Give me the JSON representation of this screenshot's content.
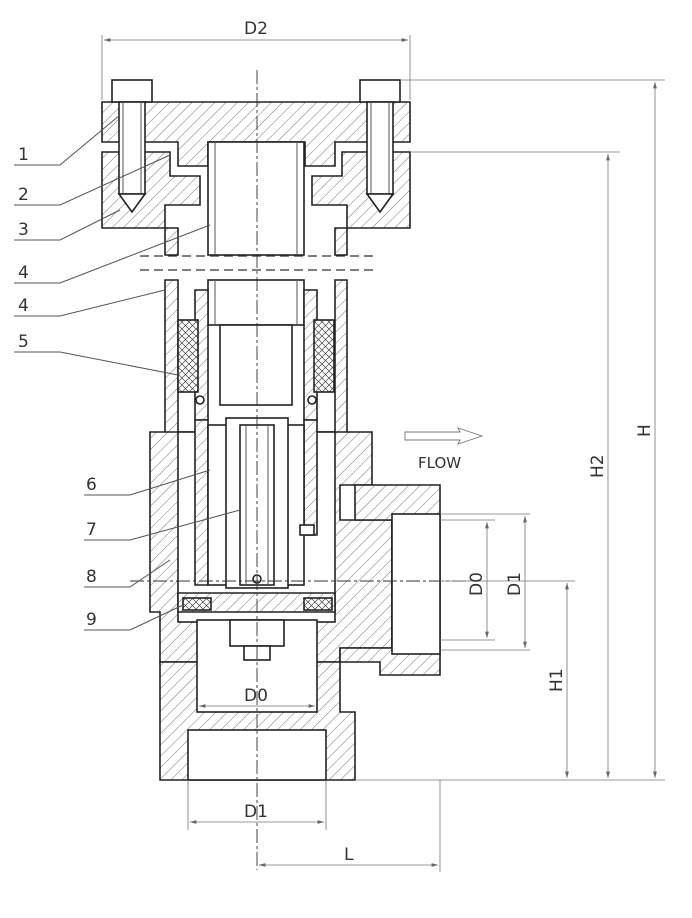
{
  "callouts": [
    "1",
    "2",
    "3",
    "4",
    "4",
    "5",
    "6",
    "7",
    "8",
    "9"
  ],
  "dimensions": {
    "d2_top": "D2",
    "h": "H",
    "h2": "H2",
    "h1": "H1",
    "d0_side": "D0",
    "d1_side": "D1",
    "d0_bottom": "D0",
    "d1_bottom": "D1",
    "l": "L"
  },
  "flow_label": "FLOW",
  "colors": {
    "line": "#222222",
    "hatch": "#555555",
    "dimension": "#777777"
  }
}
